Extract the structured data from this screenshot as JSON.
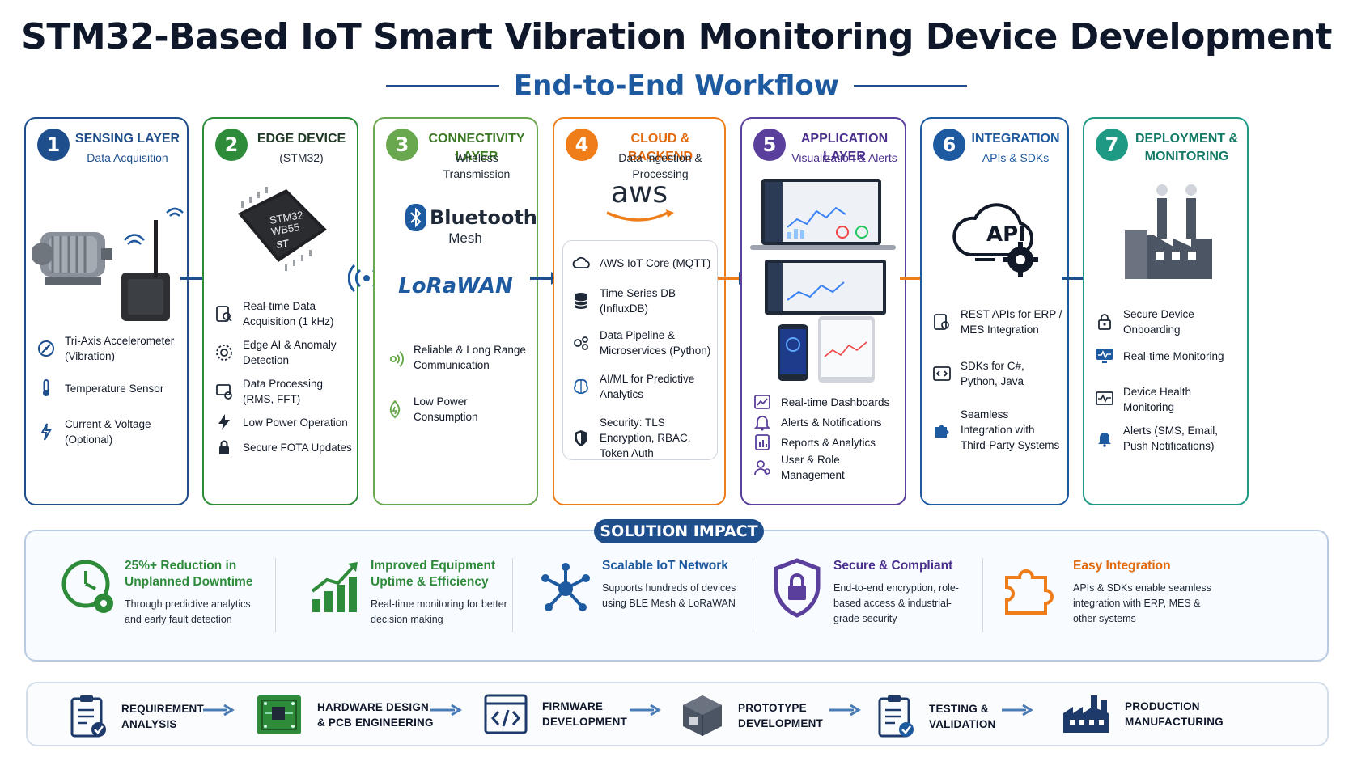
{
  "title": "STM32-Based IoT Smart Vibration Monitoring Device Development",
  "subtitle": "End-to-End Workflow",
  "colors": {
    "navy": "#1e4e8c",
    "green": "#2e8b3a",
    "lime": "#6aa84f",
    "orange": "#ef7d1a",
    "purple": "#5b3f9c",
    "blue": "#1e5aa0",
    "teal": "#1e9a84"
  },
  "layers": [
    {
      "number": "1",
      "title": "SENSING LAYER",
      "subtitle": "Data Acquisition",
      "items": [
        {
          "icon": "accelerometer-icon",
          "text": "Tri-Axis Accelerometer (Vibration)"
        },
        {
          "icon": "thermometer-icon",
          "text": "Temperature Sensor"
        },
        {
          "icon": "current-voltage-icon",
          "text": "Current & Voltage (Optional)"
        }
      ]
    },
    {
      "number": "2",
      "title": "EDGE DEVICE",
      "subtitle": "(STM32)",
      "chip_label": "STM32\nWB55",
      "items": [
        {
          "icon": "data-acquisition-icon",
          "text": "Real-time Data Acquisition (1 kHz)"
        },
        {
          "icon": "edge-ai-icon",
          "text": "Edge AI & Anomaly Detection"
        },
        {
          "icon": "processing-icon",
          "text": "Data Processing (RMS, FFT)"
        },
        {
          "icon": "lightning-icon",
          "text": "Low Power Operation"
        },
        {
          "icon": "lock-update-icon",
          "text": "Secure FOTA Updates"
        }
      ]
    },
    {
      "number": "3",
      "title": "CONNECTIVITY LAYER",
      "subtitle": "Wireless Transmission",
      "bluetooth": "Bluetooth",
      "bluetooth_sub": "Mesh",
      "lora": "LoRaWAN",
      "items": [
        {
          "icon": "signal-icon",
          "text": "Reliable & Long Range Communication"
        },
        {
          "icon": "leaf-power-icon",
          "text": "Low Power Consumption"
        }
      ]
    },
    {
      "number": "4",
      "title": "CLOUD & BACKEND",
      "subtitle": "Data Ingestion & Processing",
      "aws": "aws",
      "items": [
        {
          "icon": "cloud-icon",
          "text": "AWS IoT Core (MQTT)"
        },
        {
          "icon": "database-icon",
          "text": "Time Series DB (InfluxDB)"
        },
        {
          "icon": "pipeline-icon",
          "text": "Data Pipeline & Microservices (Python)"
        },
        {
          "icon": "brain-icon",
          "text": "AI/ML for Predictive Analytics"
        },
        {
          "icon": "shield-icon",
          "text": "Security: TLS Encryption, RBAC, Token Auth"
        }
      ]
    },
    {
      "number": "5",
      "title": "APPLICATION LAYER",
      "subtitle": "Visualization & Alerts",
      "items": [
        {
          "icon": "dashboard-icon",
          "text": "Real-time Dashboards"
        },
        {
          "icon": "bell-icon",
          "text": "Alerts & Notifications"
        },
        {
          "icon": "report-icon",
          "text": "Reports & Analytics"
        },
        {
          "icon": "users-icon",
          "text": "User & Role Management"
        }
      ]
    },
    {
      "number": "6",
      "title": "INTEGRATION",
      "subtitle": "APIs & SDKs",
      "api": "API",
      "items": [
        {
          "icon": "rest-api-icon",
          "text": "REST APIs for ERP / MES Integration"
        },
        {
          "icon": "code-icon",
          "text": "SDKs for C#, Python, Java"
        },
        {
          "icon": "puzzle-icon",
          "text": "Seamless Integration with Third-Party Systems"
        }
      ]
    },
    {
      "number": "7",
      "title": "DEPLOYMENT & MONITORING",
      "subtitle": "",
      "items": [
        {
          "icon": "padlock-icon",
          "text": "Secure Device Onboarding"
        },
        {
          "icon": "monitor-icon",
          "text": "Real-time Monitoring"
        },
        {
          "icon": "heartbeat-icon",
          "text": "Device Health Monitoring"
        },
        {
          "icon": "alarm-bell-icon",
          "text": "Alerts (SMS, Email, Push Notifications)"
        }
      ]
    }
  ],
  "impact": {
    "label": "SOLUTION IMPACT",
    "items": [
      {
        "head": "25%+ Reduction in Unplanned Downtime",
        "body": "Through predictive analytics and early fault detection"
      },
      {
        "head": "Improved Equipment Uptime & Efficiency",
        "body": "Real-time monitoring for better decision making"
      },
      {
        "head": "Scalable IoT Network",
        "body": "Supports hundreds of devices using BLE Mesh & LoRaWAN"
      },
      {
        "head": "Secure & Compliant",
        "body": "End-to-end encryption, role-based access & industrial-grade security"
      },
      {
        "head": "Easy Integration",
        "body": "APIs & SDKs enable seamless integration with ERP, MES & other systems"
      }
    ]
  },
  "steps": [
    {
      "line1": "REQUIREMENT",
      "line2": "ANALYSIS"
    },
    {
      "line1": "HARDWARE DESIGN",
      "line2": "& PCB ENGINEERING"
    },
    {
      "line1": "FIRMWARE",
      "line2": "DEVELOPMENT"
    },
    {
      "line1": "PROTOTYPE",
      "line2": "DEVELOPMENT"
    },
    {
      "line1": "TESTING &",
      "line2": "VALIDATION"
    },
    {
      "line1": "PRODUCTION",
      "line2": "MANUFACTURING"
    }
  ]
}
